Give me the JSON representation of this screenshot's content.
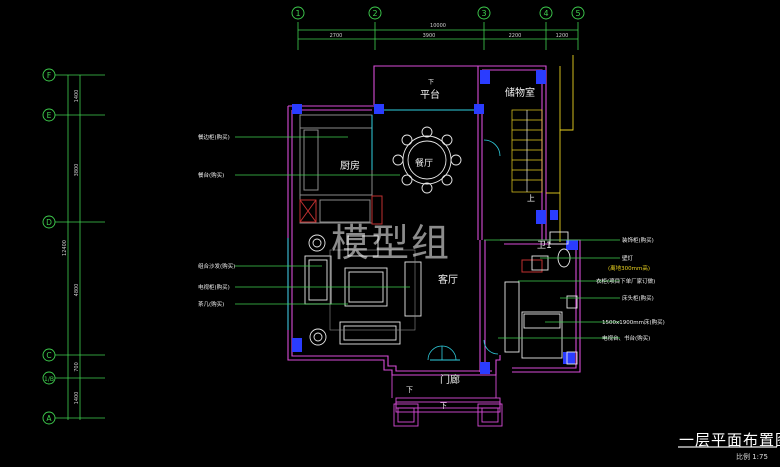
{
  "grid_x": [
    "1",
    "2",
    "3",
    "4",
    "5"
  ],
  "grid_y": [
    "F",
    "E",
    "D",
    "C",
    "1/B",
    "A"
  ],
  "dim_total": "10000",
  "dims_top": [
    "2700",
    "3900",
    "2200",
    "1200"
  ],
  "dims_left": [
    "1400",
    "3800",
    "12400",
    "4800",
    "700",
    "1400"
  ],
  "rooms": {
    "terrace": "平台",
    "storage": "储物室",
    "kitchen": "厨房",
    "dining": "餐厅",
    "living": "客厅",
    "bath": "卫1",
    "foyer": "门廊",
    "up": "上",
    "down_1": "下",
    "down_2": "下",
    "down_3": "下"
  },
  "labels_left": [
    "餐边柜(购买)",
    "餐台(购买)",
    "组合沙发(购买)",
    "电视柜(购买)",
    "茶几(购买)"
  ],
  "labels_right": [
    "装饰柜(购买)",
    "壁灯",
    "(离地300mm高)",
    "衣柜(项目下单厂家订做)",
    "床头柜(购买)",
    "1500x1900mm床(购买)",
    "电视台、书台(购买)"
  ],
  "title": "一层平面布置图",
  "scale": "比例 1:75",
  "watermark": "模型组",
  "colors": {
    "wall_magenta": "#d84cd8",
    "column_blue": "#2a3cff",
    "dim_green": "#3fd04f",
    "furniture_white": "#e8e8e8",
    "cyan": "#30d0e0",
    "yellow": "#e8d020",
    "red_hatch": "#c03030",
    "grey_wall": "#8a8a8a"
  }
}
